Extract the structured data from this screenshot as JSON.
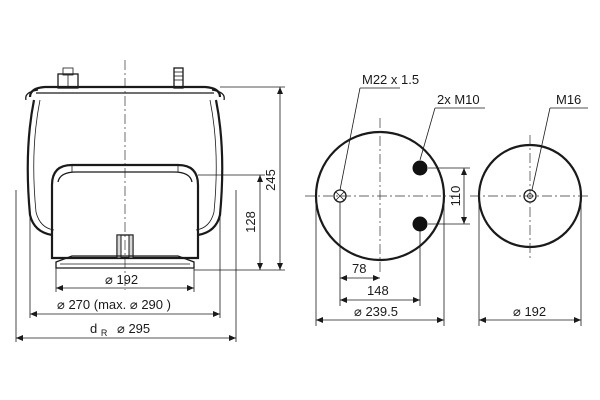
{
  "side_view": {
    "dim_height_total": "245",
    "dim_height_piston": "128",
    "dim_piston_diameter": "192",
    "dim_bellow_diameter": "270 (max. ",
    "dim_bellow_diameter_max": "290",
    "dim_bellow_diameter_close": ")",
    "dim_dr_prefix": "d",
    "dim_dr_sub": "R",
    "dim_dr_value": "295"
  },
  "top_view": {
    "thread_main": "M22 x 1.5",
    "thread_pair": "2x M10",
    "dim_bolt_spacing": "110",
    "dim_offset_main": "78",
    "dim_offset_pair": "148",
    "dim_plate_diameter": "239.5"
  },
  "bottom_view": {
    "thread_center": "M16",
    "dim_plate_diameter": "192"
  },
  "symbols": {
    "diameter": "⌀"
  }
}
